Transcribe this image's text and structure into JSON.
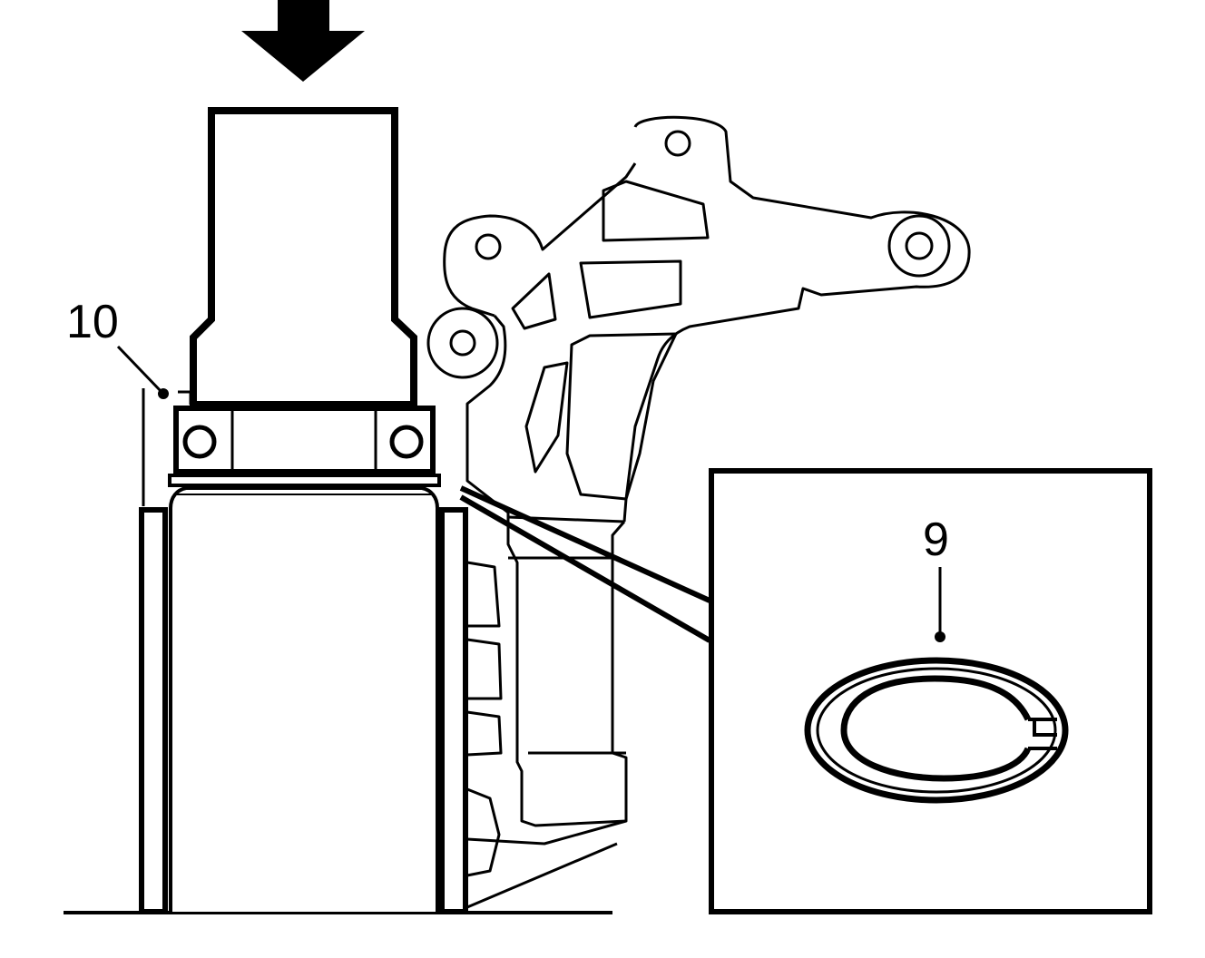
{
  "diagram": {
    "callouts": [
      {
        "id": "10",
        "label": "10"
      },
      {
        "id": "9",
        "label": "9"
      }
    ],
    "inset": {
      "callout": "9"
    },
    "colors": {
      "line": "#000000",
      "background": "#ffffff"
    }
  }
}
